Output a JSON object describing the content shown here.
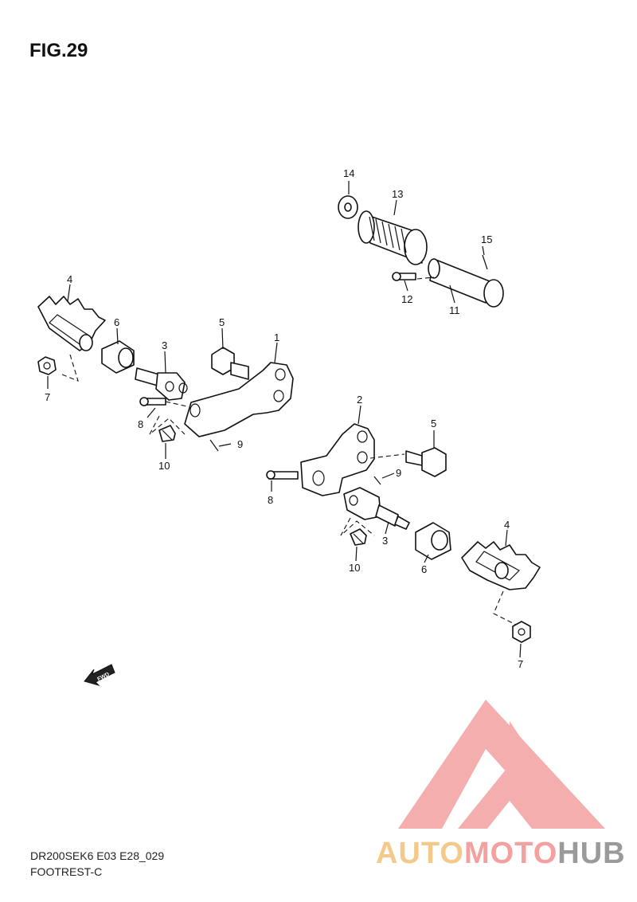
{
  "figure": {
    "title": "FIG.29",
    "model_code": "DR200SEK6 E03 E28_029",
    "section_name": "FOOTREST-C"
  },
  "direction_marker": {
    "text": "FWD"
  },
  "callouts": [
    "1",
    "2",
    "3",
    "3",
    "4",
    "4",
    "5",
    "5",
    "6",
    "6",
    "7",
    "7",
    "8",
    "8",
    "9",
    "9",
    "10",
    "10",
    "11",
    "12",
    "13",
    "14",
    "15"
  ],
  "watermark": {
    "text_part1": "AUTO",
    "text_part2": "MOTO",
    "text_part3": "HUB",
    "color_part1": "#f5c98a",
    "color_part2": "#f4a0a0",
    "color_part3": "#9a9a9a",
    "mark_color": "#f4a0a0"
  }
}
